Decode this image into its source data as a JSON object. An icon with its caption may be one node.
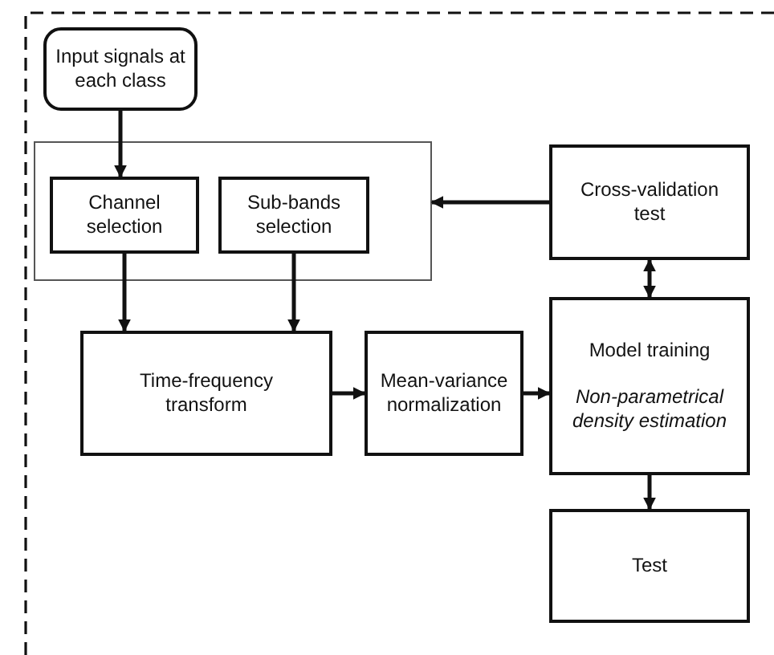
{
  "diagram": {
    "nodes": [
      {
        "text": [
          "Input signals at each class"
        ]
      },
      {
        "text": [],
        "shape": "box"
      },
      {
        "text": [
          "Channel selection"
        ],
        "in": 1
      },
      {
        "text": [
          "Sub-bands selection"
        ],
        "in": 1
      },
      {
        "text": [
          "Cross-validation test"
        ]
      },
      {
        "text": [
          "Time-frequency transform"
        ]
      },
      {
        "text": [
          "Mean-variance normalization"
        ]
      },
      {
        "text": [
          "Model training",
          "Non-parametrical density estimation"
        ]
      },
      {
        "text": [
          "Test"
        ]
      }
    ],
    "edges": [
      {
        "from": 0,
        "to": 2,
        "arrow": "to"
      },
      {
        "from": 2,
        "to": 5,
        "arrow": "to"
      },
      {
        "from": 3,
        "to": 5,
        "arrow": "to"
      },
      {
        "from": 5,
        "to": 6,
        "arrow": "to"
      },
      {
        "from": 6,
        "to": 7,
        "arrow": "to"
      },
      {
        "from": 4,
        "to": 1,
        "arrow": "to"
      },
      {
        "from": 4,
        "to": 7,
        "arrow": "both"
      },
      {
        "from": 7,
        "to": 8,
        "arrow": "to"
      }
    ]
  }
}
